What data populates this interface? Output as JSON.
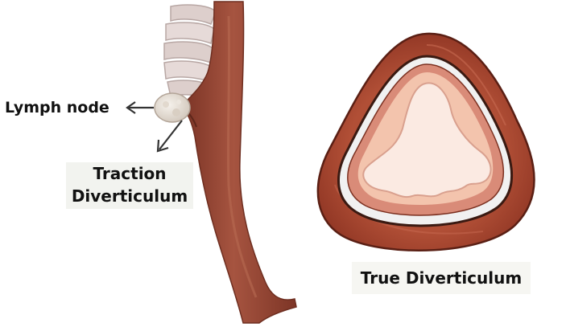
{
  "labels": {
    "lymph_node": "Lymph node",
    "traction_line1": "Traction",
    "traction_line2": "Diverticulum",
    "true_diverticulum": "True Diverticulum"
  },
  "colors": {
    "esophagus_wall": "#8e3f2c",
    "esophagus_highlight": "#a9563e",
    "cartilage": "#e4d7d5",
    "lymph_node": "#e9e3da",
    "ring_outer": "#9b3d27",
    "mucosa": "#f3c4ad",
    "lumen": "#fbeae2",
    "arrow": "#333333"
  }
}
